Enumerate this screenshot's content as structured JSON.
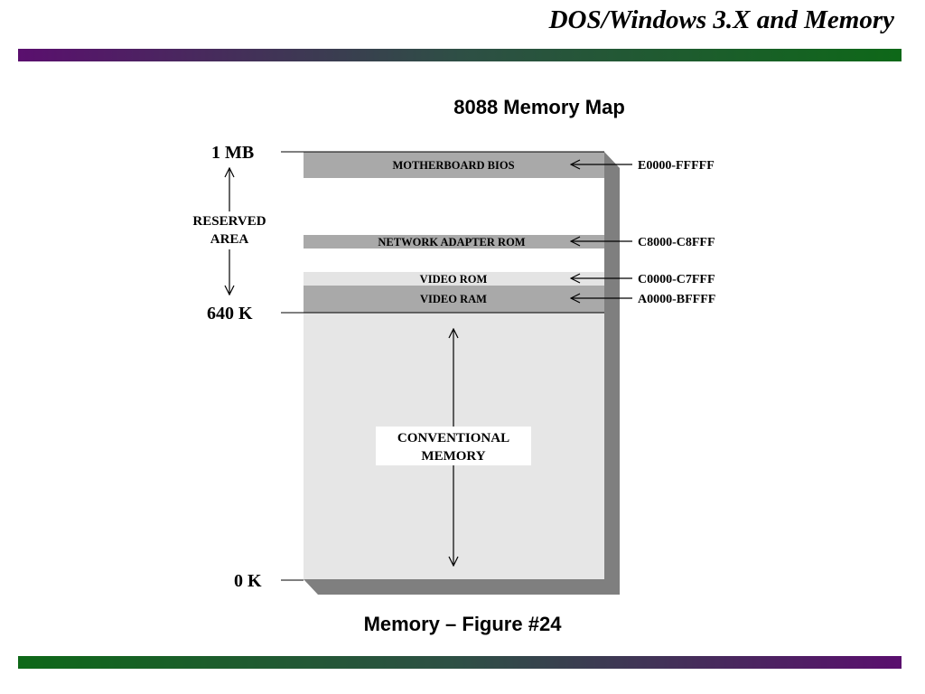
{
  "slide": {
    "title": "DOS/Windows 3.X and Memory",
    "colors": {
      "purple": "#5a0f6e",
      "green": "#0e6818"
    }
  },
  "diagram": {
    "title": "8088 Memory Map",
    "caption": "Memory – Figure #24",
    "left_labels": {
      "top": "1 MB",
      "middle": "640 K",
      "bottom": "0 K",
      "reserved_line1": "RESERVED",
      "reserved_line2": "AREA"
    },
    "regions": [
      {
        "label": "MOTHERBOARD  BIOS",
        "address": "E0000-FFFFF",
        "color": "#a9a9a9"
      },
      {
        "label": "NETWORK ADAPTER ROM",
        "address": "C8000-C8FFF",
        "color": "#a9a9a9"
      },
      {
        "label": "VIDEO ROM",
        "address": "C0000-C7FFF",
        "color": "#e4e4e4"
      },
      {
        "label": "VIDEO RAM",
        "address": "A0000-BFFFF",
        "color": "#a9a9a9"
      }
    ],
    "conventional": {
      "line1": "CONVENTIONAL",
      "line2": "MEMORY",
      "color": "#e6e6e6"
    }
  }
}
